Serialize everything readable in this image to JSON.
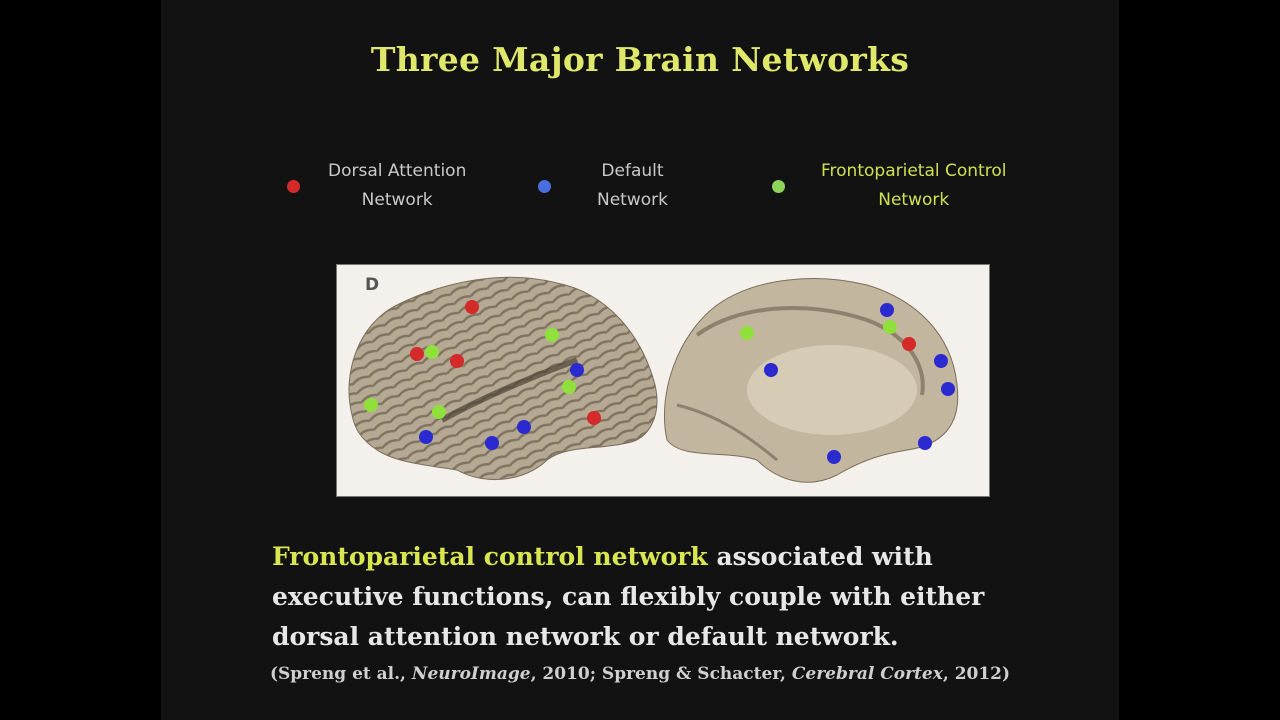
{
  "slide": {
    "title": "Three Major Brain Networks",
    "legend": [
      {
        "line1": "Dorsal Attention",
        "line2": "Network",
        "color": "#d42a2a",
        "text_color": "#c9c9c9"
      },
      {
        "line1": "Default",
        "line2": "Network",
        "color": "#4a6ee0",
        "text_color": "#c9c9c9"
      },
      {
        "line1": "Frontoparietal Control",
        "line2": "Network",
        "color": "#8fd45a",
        "text_color": "#cfe050"
      }
    ],
    "figure": {
      "panel_label": "D",
      "views": [
        "lateral",
        "medial"
      ],
      "node_colors": {
        "dorsal_attention": "#d42a2a",
        "default": "#2a2ad0",
        "frontoparietal": "#8fe03a"
      }
    },
    "body": {
      "highlight": "Frontoparietal control network",
      "rest": " associated with executive functions, can flexibly couple with either dorsal attention network or default network."
    },
    "citation": {
      "part1": "(Spreng et al., ",
      "journal1": "NeuroImage",
      "part2": ", 2010; Spreng & Schacter, ",
      "journal2": "Cerebral Cortex",
      "part3": ", 2012)"
    },
    "colors": {
      "title": "#dfe86a",
      "highlight": "#d9e650",
      "background": "#121212"
    }
  }
}
